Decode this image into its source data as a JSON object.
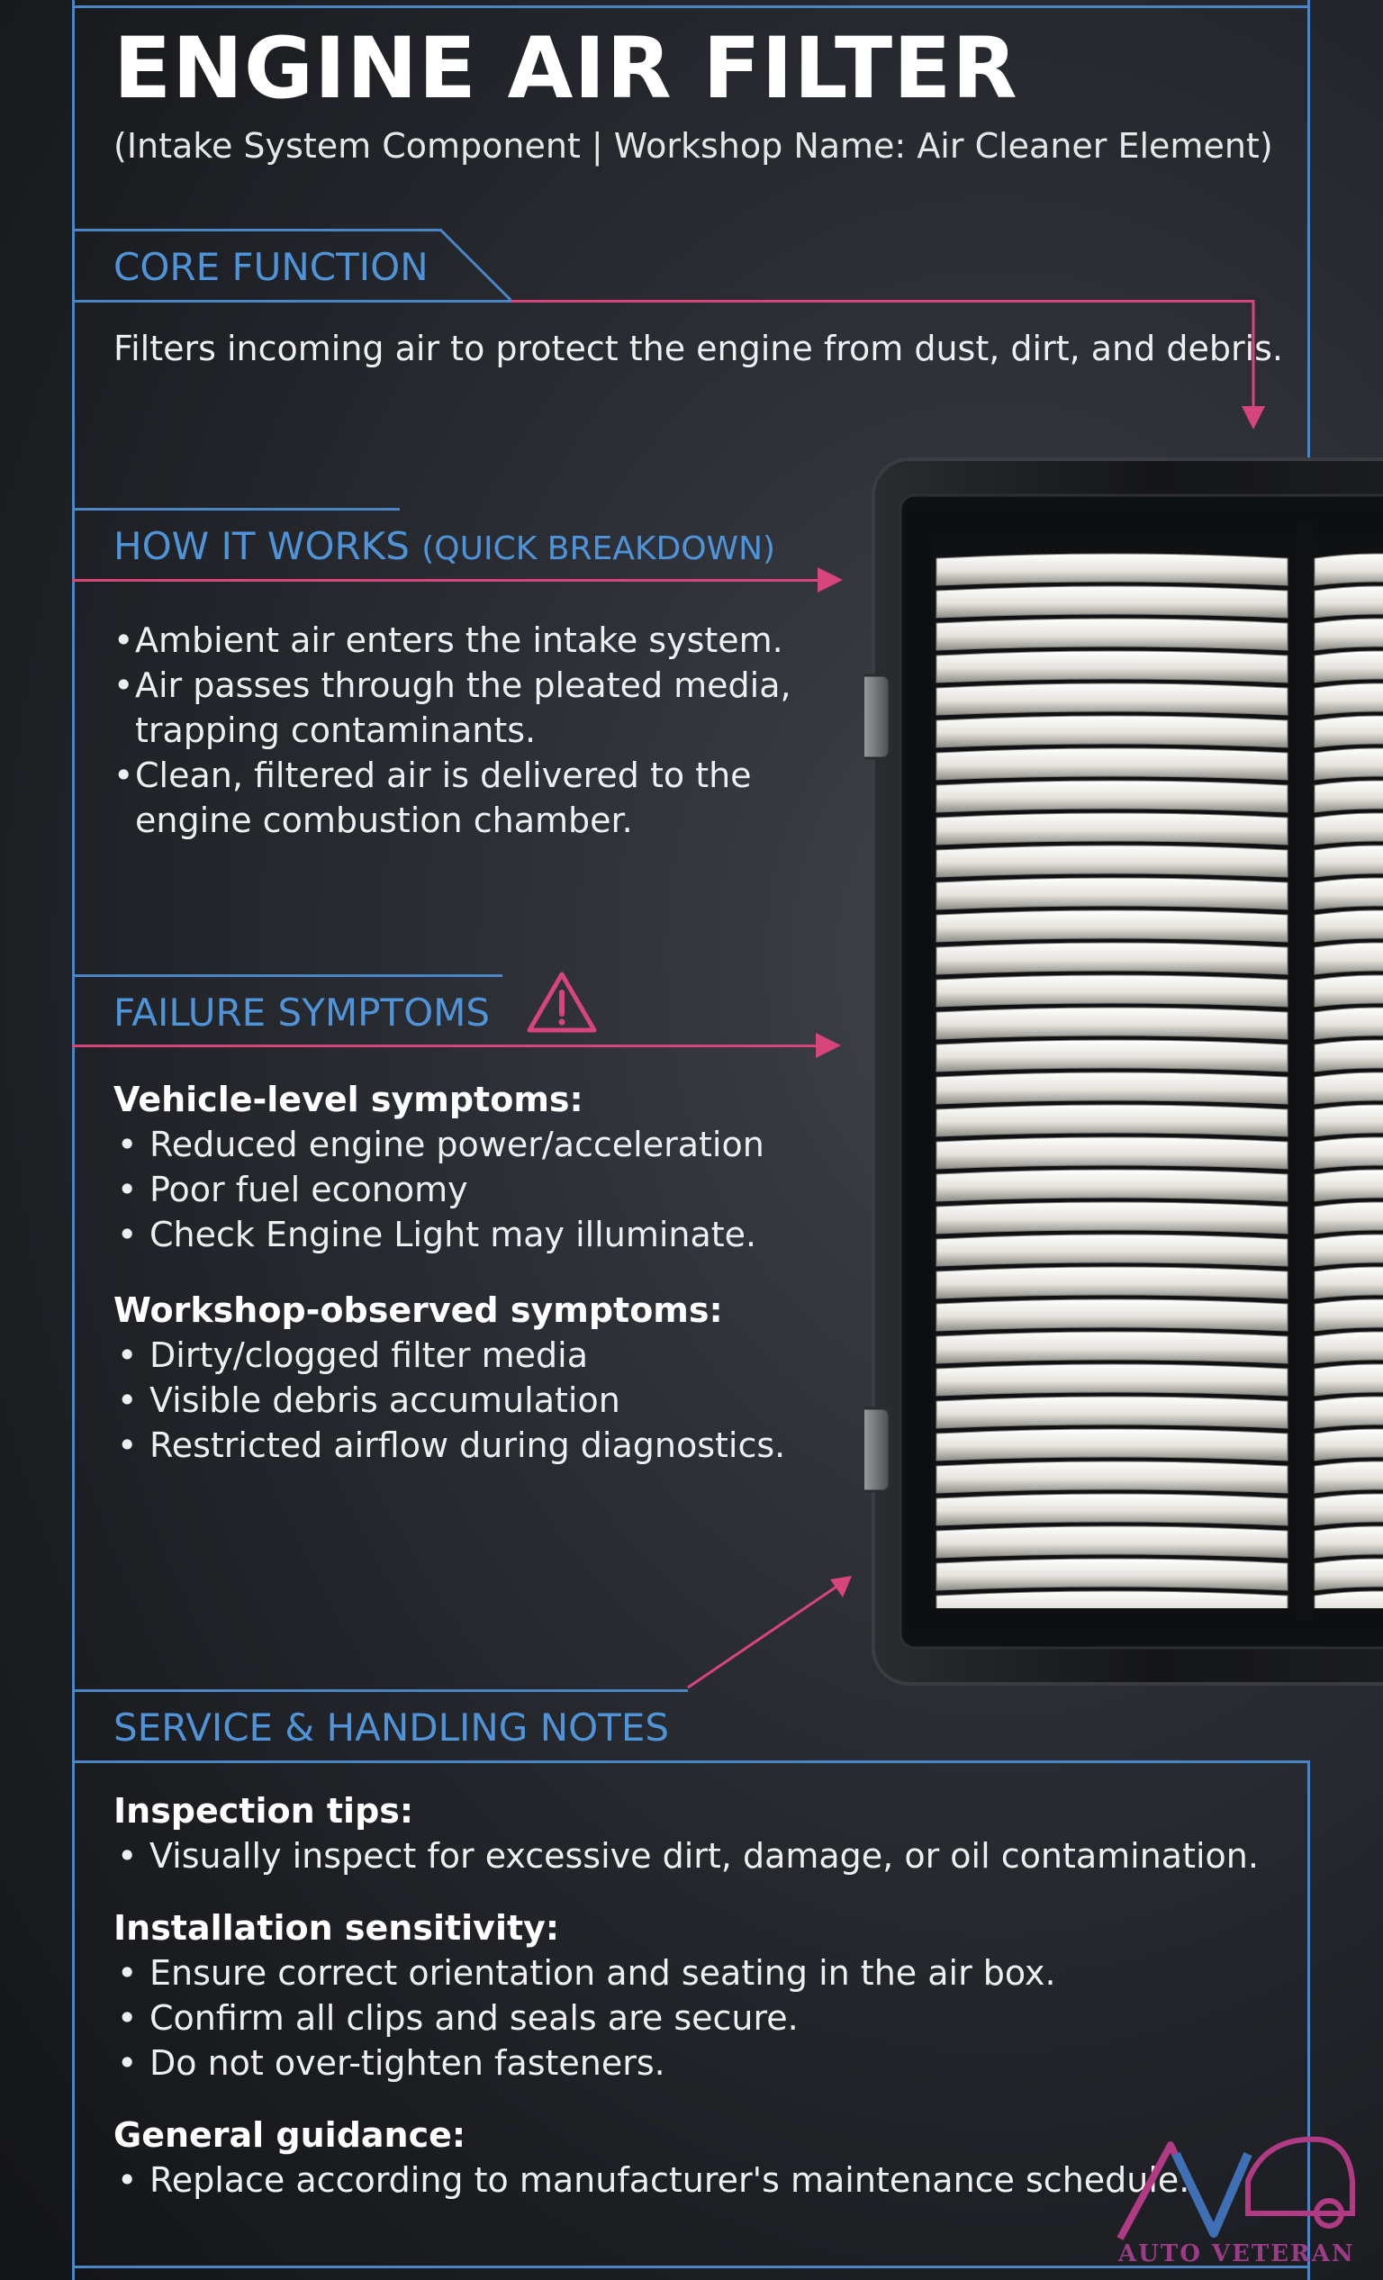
{
  "header": {
    "title": "ENGINE AIR FILTER",
    "subtitle": "(Intake System Component | Workshop Name: Air Cleaner Element)"
  },
  "core_function": {
    "heading": "CORE FUNCTION",
    "text": "Filters incoming air to protect the engine from dust, dirt, and debris."
  },
  "how_it_works": {
    "heading": "HOW IT WORKS",
    "heading_suffix": "(QUICK BREAKDOWN)",
    "items": [
      "Ambient air enters the intake system.",
      "Air passes through the pleated media, trapping contaminants.",
      "Clean, filtered air is delivered to the engine combustion chamber."
    ]
  },
  "failure_symptoms": {
    "heading": "FAILURE SYMPTOMS",
    "icon": "warning-triangle-icon",
    "groups": [
      {
        "label": "Vehicle-level symptoms:",
        "items": [
          "Reduced engine power/acceleration",
          "Poor fuel economy",
          "Check Engine Light may illuminate."
        ]
      },
      {
        "label": "Workshop-observed symptoms:",
        "items": [
          "Dirty/clogged filter media",
          "Visible debris accumulation",
          "Restricted airflow during diagnostics."
        ]
      }
    ]
  },
  "service_notes": {
    "heading": "SERVICE & HANDLING NOTES",
    "groups": [
      {
        "label": "Inspection tips:",
        "items": [
          "Visually inspect for excessive dirt, damage, or oil contamination."
        ]
      },
      {
        "label": "Installation sensitivity:",
        "items": [
          "Ensure correct orientation and seating in the air box.",
          "Confirm all clips and seals are secure.",
          "Do not over-tighten fasteners."
        ]
      },
      {
        "label": "General guidance:",
        "items": [
          "Replace according to manufacturer's maintenance schedule."
        ]
      }
    ]
  },
  "watermark": {
    "text": "AUTO VETERAN",
    "icon": "auto-veteran-logo-icon"
  },
  "colors": {
    "accent_blue": "#4f94d8",
    "accent_pink": "#d8457a",
    "background": "#2b2e34"
  }
}
